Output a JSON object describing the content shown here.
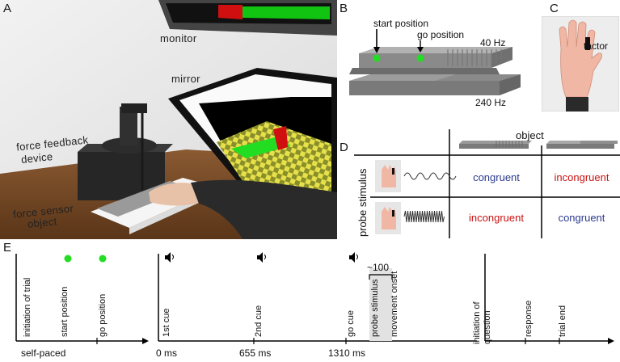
{
  "panels": {
    "a": "A",
    "b": "B",
    "c": "C",
    "d": "D",
    "e": "E"
  },
  "panel_a": {
    "monitor": "monitor",
    "mirror": "mirror",
    "force_feedback": [
      "force feedback",
      "device"
    ],
    "force_sensor": "force sensor",
    "object": "object"
  },
  "panel_b": {
    "start_position": "start position",
    "go_position": "go position",
    "freq_top": "40 Hz",
    "freq_bottom": "240 Hz"
  },
  "panel_c": {
    "tactor": "tactor"
  },
  "panel_d": {
    "object_header": "object",
    "probe_header": "probe stimulus",
    "cells": [
      [
        "congruent",
        "incongruent"
      ],
      [
        "incongruent",
        "congruent"
      ]
    ],
    "colors": {
      "congruent": "#2b3a8f",
      "incongruent": "#cc1111"
    }
  },
  "panel_e": {
    "left_events": [
      "initiation of trial",
      "start position",
      "go position"
    ],
    "left_axis": "self-paced",
    "mid_events": [
      "1st cue",
      "2nd cue",
      "go cue",
      "probe stimulus",
      "movement onset"
    ],
    "duration": "~100",
    "ticks": [
      "0 ms",
      "655 ms",
      "1310 ms"
    ],
    "right_events": [
      "initiation of\nquestion",
      "response",
      "trial end"
    ],
    "cue_icon": "speaker-icon",
    "dot_color": "#22dd22"
  }
}
